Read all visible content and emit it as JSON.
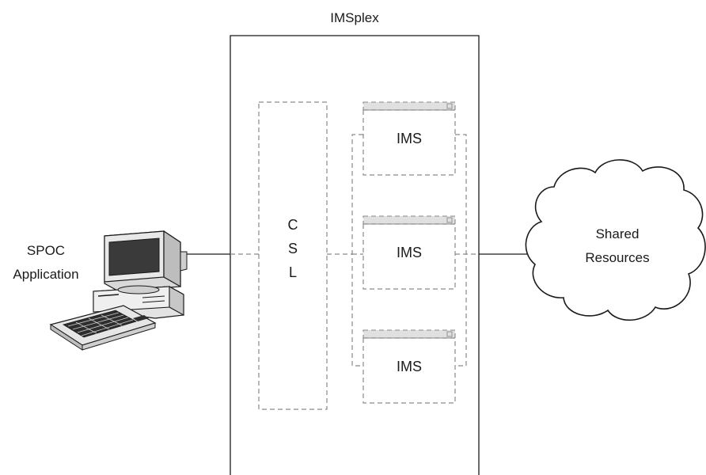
{
  "diagram": {
    "container_label": "IMSplex",
    "csl_letters": [
      "C",
      "S",
      "L"
    ],
    "ims_instances": [
      {
        "label": "IMS"
      },
      {
        "label": "IMS"
      },
      {
        "label": "IMS"
      }
    ],
    "client": {
      "line1": "SPOC",
      "line2": "Application"
    },
    "cloud": {
      "line1": "Shared",
      "line2": "Resources"
    }
  }
}
